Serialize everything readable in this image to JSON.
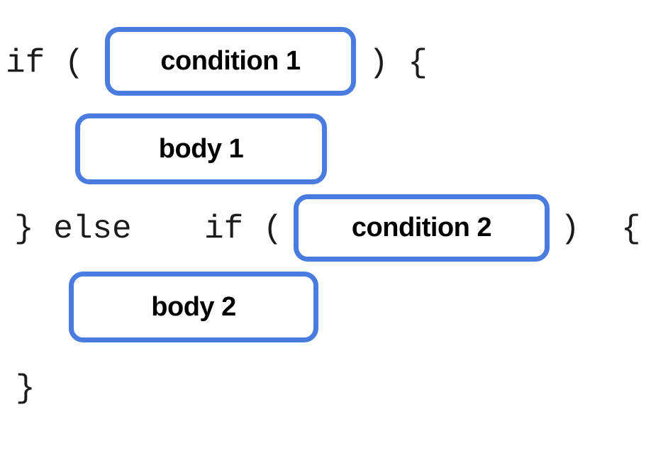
{
  "diagram": {
    "description": "if / else-if statement structure with placeholder slots",
    "accent_color": "#4a7ce0",
    "text_color": "#1b1b1b",
    "code": {
      "if_open": "if (",
      "close_paren_open_brace": ") {",
      "brace_else": "} else",
      "elseif_open": "if (",
      "close_paren": ")",
      "open_brace": "{",
      "closing_brace": "}"
    },
    "slots": {
      "condition1": "condition 1",
      "body1": "body 1",
      "condition2": "condition 2",
      "body2": "body 2"
    }
  }
}
